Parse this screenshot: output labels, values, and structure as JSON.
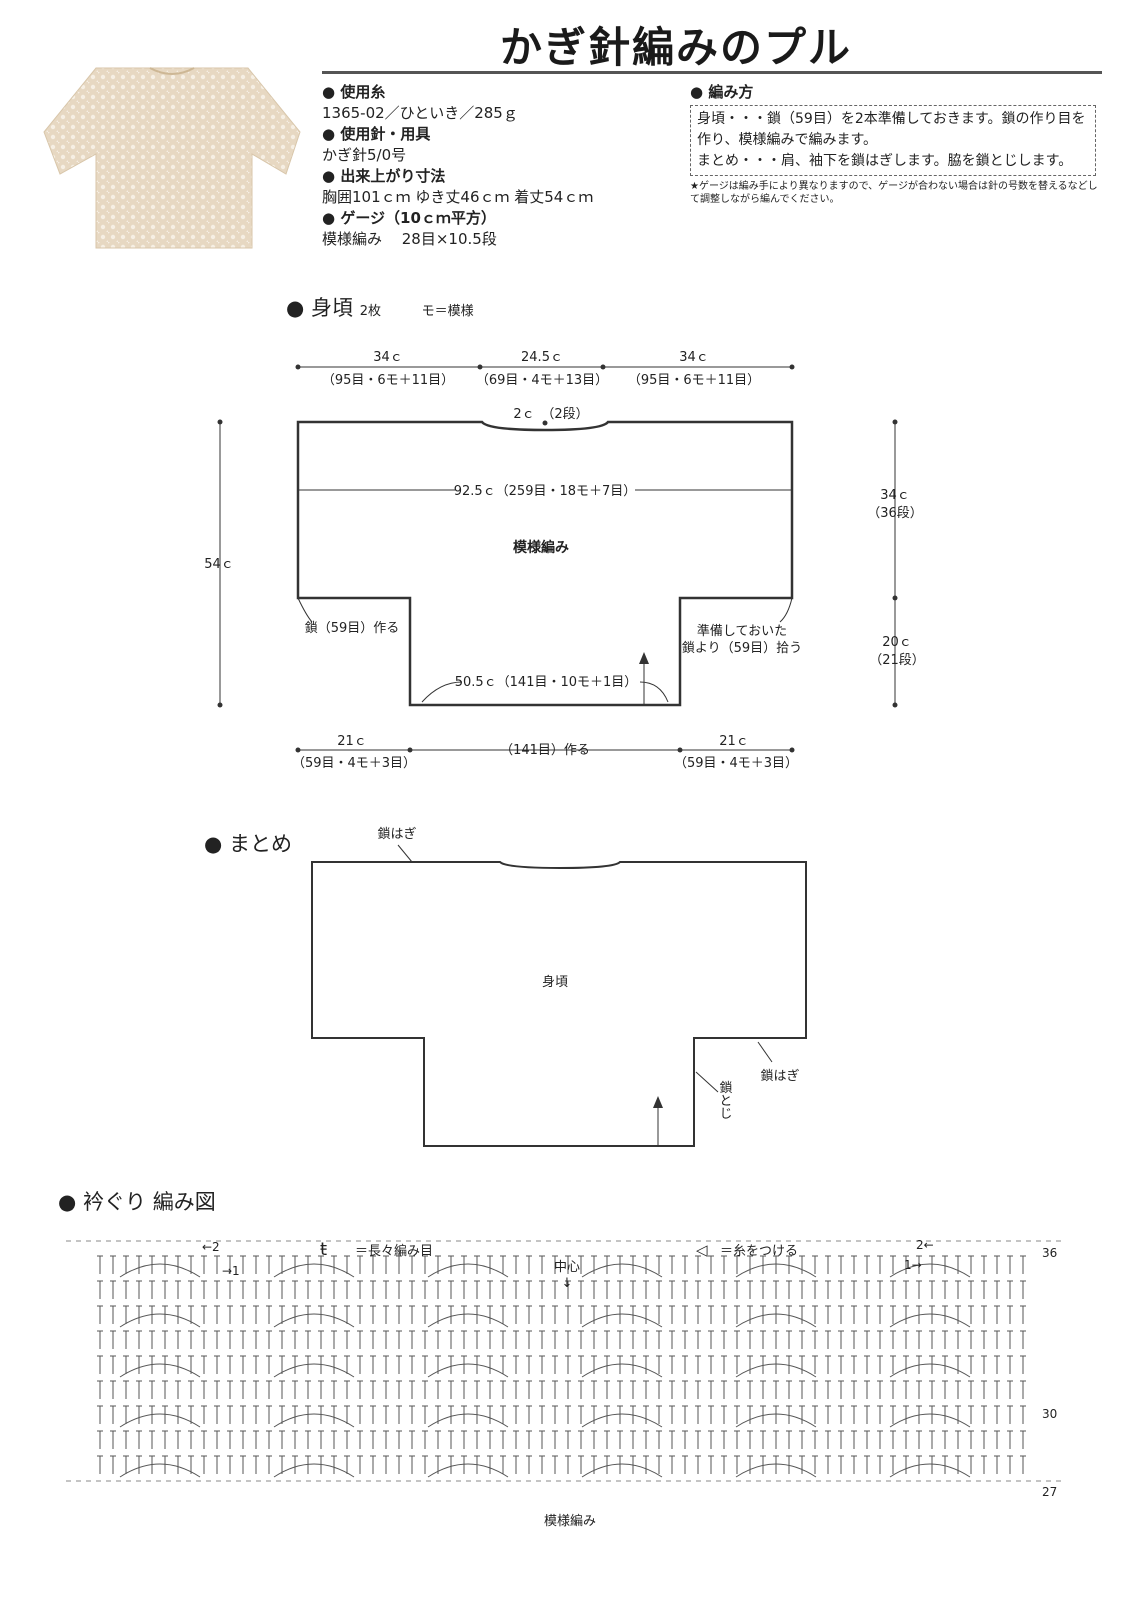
{
  "title": "かぎ針編みのプル",
  "materials": {
    "yarn_heading": "使用糸",
    "yarn": "1365-02／ひといき／285ｇ",
    "tools_heading": "使用針・用具",
    "tools": "かぎ針5/0号",
    "size_heading": "出来上がり寸法",
    "size": "胸囲101ｃｍ ゆき丈46ｃｍ 着丈54ｃｍ",
    "gauge_heading": "ゲージ（10ｃｍ平方）",
    "gauge": "模様編み　 28目×10.5段"
  },
  "method": {
    "heading": "編み方",
    "line1": "身頃・・・鎖（59目）を2本準備しておきます。鎖の作り目を作り、模様編みで編みます。",
    "line2": "まとめ・・・肩、袖下を鎖はぎします。脇を鎖とじします。",
    "note": "★ゲージは編み手により異なりますので、ゲージが合わない場合は針の号数を替えるなどして調整しながら編んでください。"
  },
  "body_section": {
    "heading": "身頃",
    "count": "2枚",
    "legend": "モ＝模様",
    "top_left": "34ｃ",
    "top_left_sub": "（95目・6モ＋11目）",
    "top_mid": "24.5ｃ",
    "top_mid_sub": "（69目・4モ＋13目）",
    "top_right": "34ｃ",
    "top_right_sub": "（95目・6モ＋11目）",
    "neck": "2ｃ",
    "neck_sub": "（2段）",
    "width_label": "92.5ｃ（259目・18モ＋7目）",
    "pattern_label": "模様編み",
    "height_label": "54ｃ",
    "upper_right": "34ｃ",
    "upper_right_sub": "（36段）",
    "lower_right": "20ｃ",
    "lower_right_sub": "（21段）",
    "left_note": "鎖（59目）作る",
    "right_note_1": "準備しておいた",
    "right_note_2": "鎖より（59目）拾う",
    "bottom_width": "50.5ｃ（141目・10モ＋1目）",
    "bottom_left": "21ｃ",
    "bottom_left_sub": "（59目・4モ＋3目）",
    "bottom_mid": "（141目）作る",
    "bottom_right": "21ｃ",
    "bottom_right_sub": "（59目・4モ＋3目）"
  },
  "finishing": {
    "heading": "まとめ",
    "label_top": "鎖はぎ",
    "label_body": "身頃",
    "label_right": "鎖はぎ",
    "label_side": "鎖とじ"
  },
  "chart_section": {
    "heading": "衿ぐり 編み図",
    "legend_treble": "＝長々編み目",
    "legend_join": "＝糸をつける",
    "center": "中心",
    "row_top": "36",
    "row_mid": "30",
    "row_bottom": "27",
    "pattern_label": "模様編み",
    "arrow_l2": "←2",
    "arrow_l1": "→1",
    "arrow_r2": "2←",
    "arrow_r1": "1→"
  }
}
